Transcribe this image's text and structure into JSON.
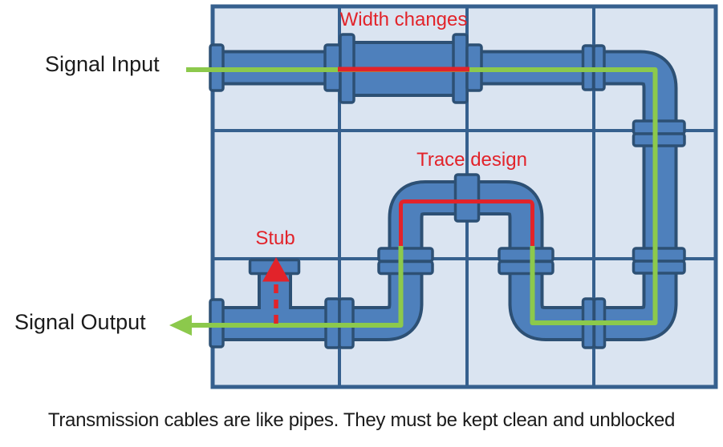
{
  "diagram": {
    "annotations": {
      "signal_input": "Signal Input",
      "signal_output": "Signal Output",
      "width_changes": "Width changes",
      "trace_design": "Trace design",
      "stub": "Stub"
    },
    "caption": "Transmission cables are like pipes. They must be kept clean and unblocked",
    "grid": {
      "rows": 3,
      "columns": 4
    },
    "colors": {
      "background": "#ffffff",
      "cell_fill": "#dae4f1",
      "grid_line": "#36608e",
      "pipe_fill": "#4e80bc",
      "pipe_stroke": "#2d5074",
      "signal_green": "#8cc94c",
      "annotation_red": "#e2232a",
      "label_text": "#1b1b1b"
    }
  }
}
